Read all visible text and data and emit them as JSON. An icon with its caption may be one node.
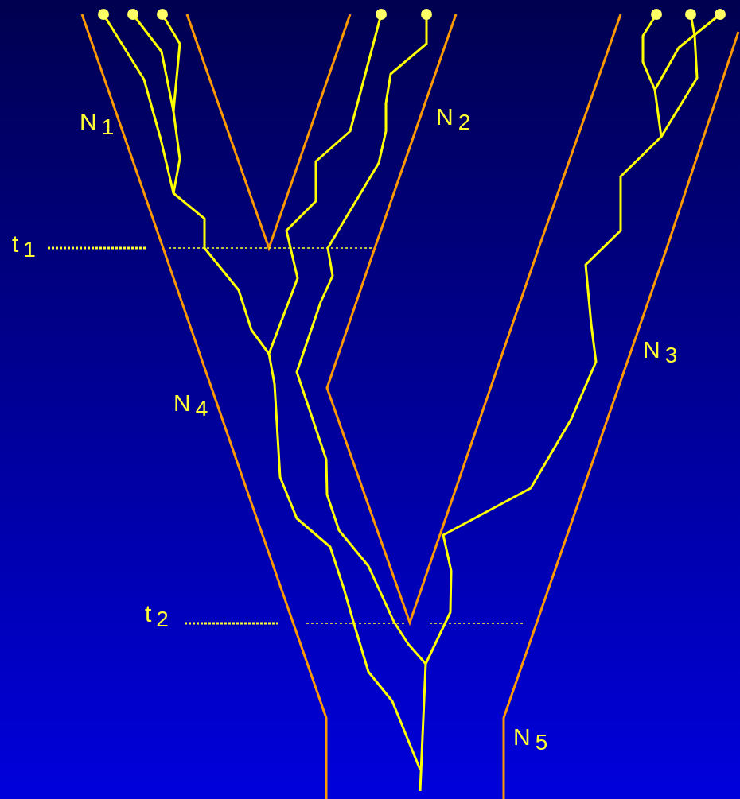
{
  "diagram": {
    "labels": [
      "N$_{1}$",
      "N$_{2}$",
      "t$_{1}$",
      "N$_{3}$",
      "N$_{4}$",
      "t$_{2}$",
      "N$_{5}$"
    ]
  }
}
